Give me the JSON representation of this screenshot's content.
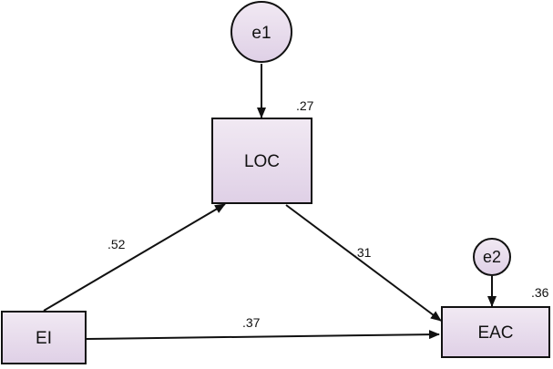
{
  "colors": {
    "node_fill_top": "#f1e9f3",
    "node_fill_bottom": "#dfd0e6",
    "stroke": "#111111"
  },
  "nodes": {
    "e1": {
      "label": "e1",
      "shape": "circle"
    },
    "loc": {
      "label": "LOC",
      "shape": "rectangle",
      "r_squared": ".27"
    },
    "ei": {
      "label": "EI",
      "shape": "rectangle"
    },
    "e2": {
      "label": "e2",
      "shape": "circle"
    },
    "eac": {
      "label": "EAC",
      "shape": "rectangle",
      "r_squared": ".36"
    }
  },
  "paths": {
    "ei_loc": {
      "from": "EI",
      "to": "LOC",
      "coefficient": ".52"
    },
    "loc_eac": {
      "from": "LOC",
      "to": "EAC",
      "coefficient": ".31"
    },
    "ei_eac": {
      "from": "EI",
      "to": "EAC",
      "coefficient": ".37"
    },
    "e1_loc": {
      "from": "e1",
      "to": "LOC"
    },
    "e2_eac": {
      "from": "e2",
      "to": "EAC"
    }
  }
}
